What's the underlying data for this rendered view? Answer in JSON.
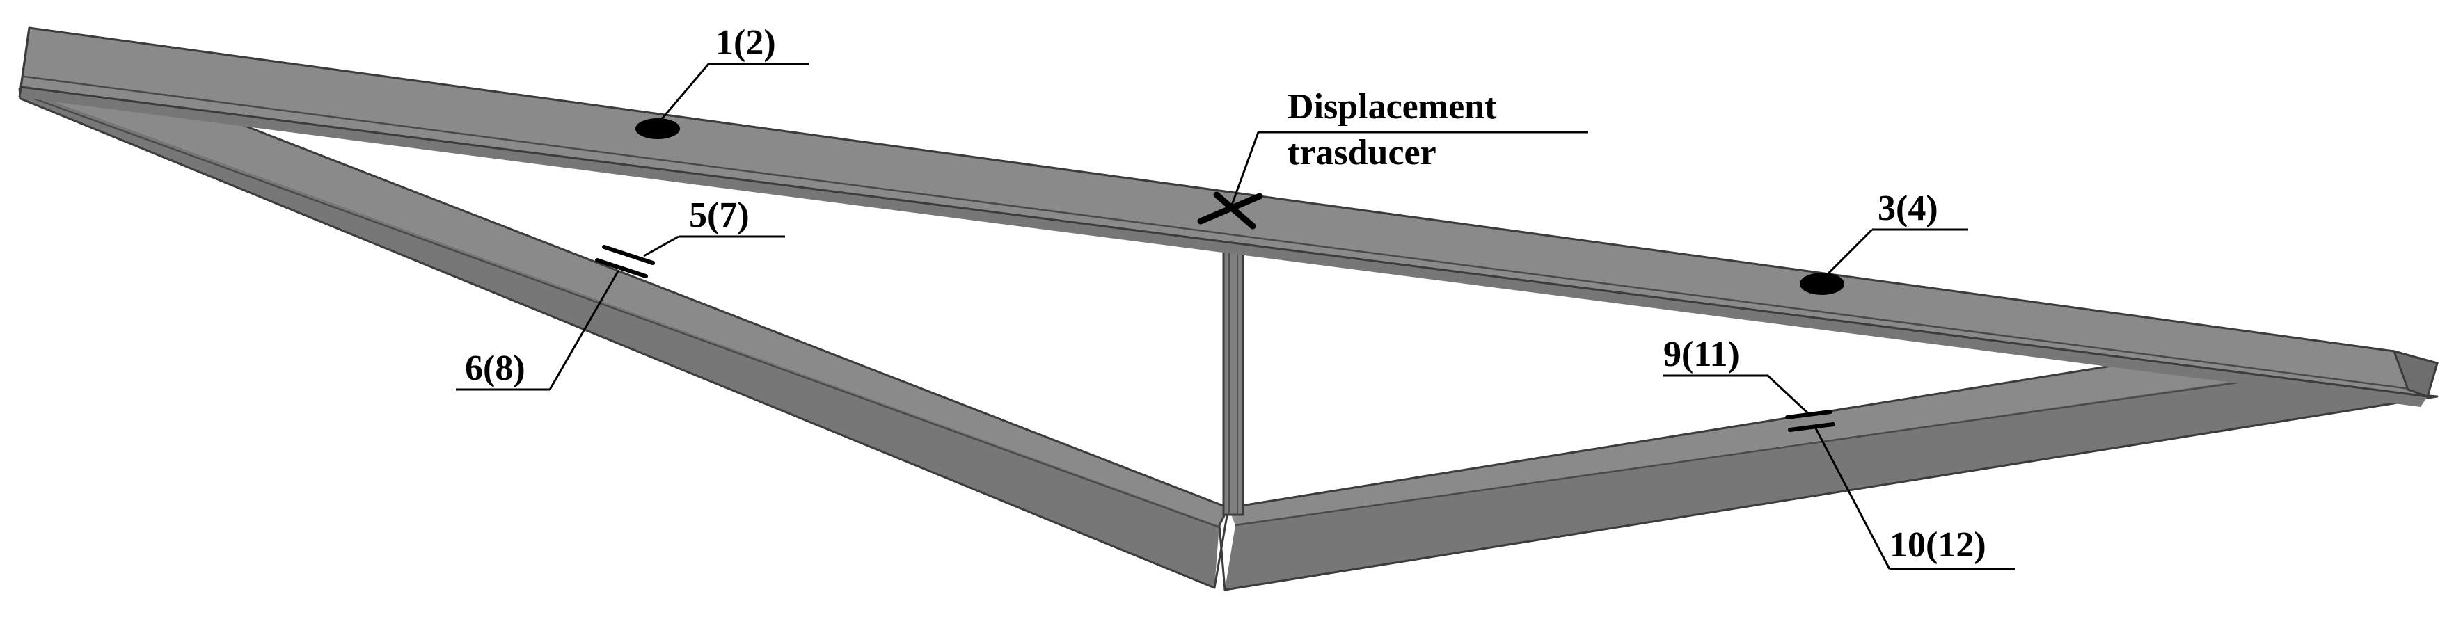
{
  "labels": {
    "sensor_1": "1(2)",
    "sensor_3": "3(4)",
    "gauge_5": "5(7)",
    "gauge_6": "6(8)",
    "gauge_9": "9(11)",
    "gauge_10": "10(12)",
    "displacement_line1": "Displacement",
    "displacement_line2": "trasducer"
  },
  "colors": {
    "beam_fill": "#8a8a8a",
    "beam_shade": "#777777",
    "edge": "#3c3c3c",
    "ink": "#000000",
    "background": "#ffffff"
  }
}
